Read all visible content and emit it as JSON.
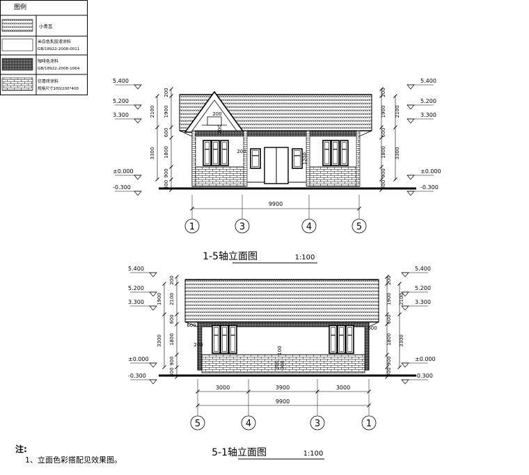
{
  "legend": {
    "title": "图例",
    "items": [
      {
        "line1": "小青瓦",
        "line2": ""
      },
      {
        "line1": "米白色乳胶漆涂料",
        "line2": "GB/18922-2008-0011"
      },
      {
        "line1": "咖啡色涂料",
        "line2": "GB/18922-2008-1064"
      },
      {
        "line1": "仿青砖涂料",
        "line2": "规格尺寸100/200*400"
      }
    ]
  },
  "elev1": {
    "title": "1-5轴立面图",
    "scale": "1:100",
    "levels": [
      "5.400",
      "5.200",
      "3.300",
      "±0.000",
      "-0.300"
    ],
    "left_dims": [
      "200",
      "1900",
      "2100",
      "600",
      "1800",
      "3300",
      "900",
      "300"
    ],
    "right_dims": [
      "200",
      "1900",
      "2100",
      "600",
      "1800",
      "3300",
      "900",
      "300"
    ],
    "inner_dims": [
      "200",
      "200",
      "200",
      "1200"
    ],
    "total": "9900",
    "axes": [
      "1",
      "3",
      "4",
      "5"
    ]
  },
  "elev2": {
    "title": "5-1轴立面图",
    "scale": "1:100",
    "levels": [
      "5.400",
      "5.200",
      "3.300",
      "±0.000",
      "-0.300"
    ],
    "left_dims": [
      "200",
      "2100",
      "1900",
      "600",
      "1800",
      "3300",
      "900",
      "300"
    ],
    "right_dims": [
      "200",
      "1900",
      "2100",
      "600",
      "1800",
      "3300",
      "900",
      "300"
    ],
    "inner_dims": [
      "600",
      "600",
      "200",
      "100",
      "300",
      "300"
    ],
    "spans": [
      "3000",
      "3900",
      "3000"
    ],
    "total": "9900",
    "axes": [
      "5",
      "4",
      "3",
      "1"
    ]
  },
  "notes": {
    "title": "注:",
    "item1": "1、立面色彩搭配见效果图。"
  }
}
